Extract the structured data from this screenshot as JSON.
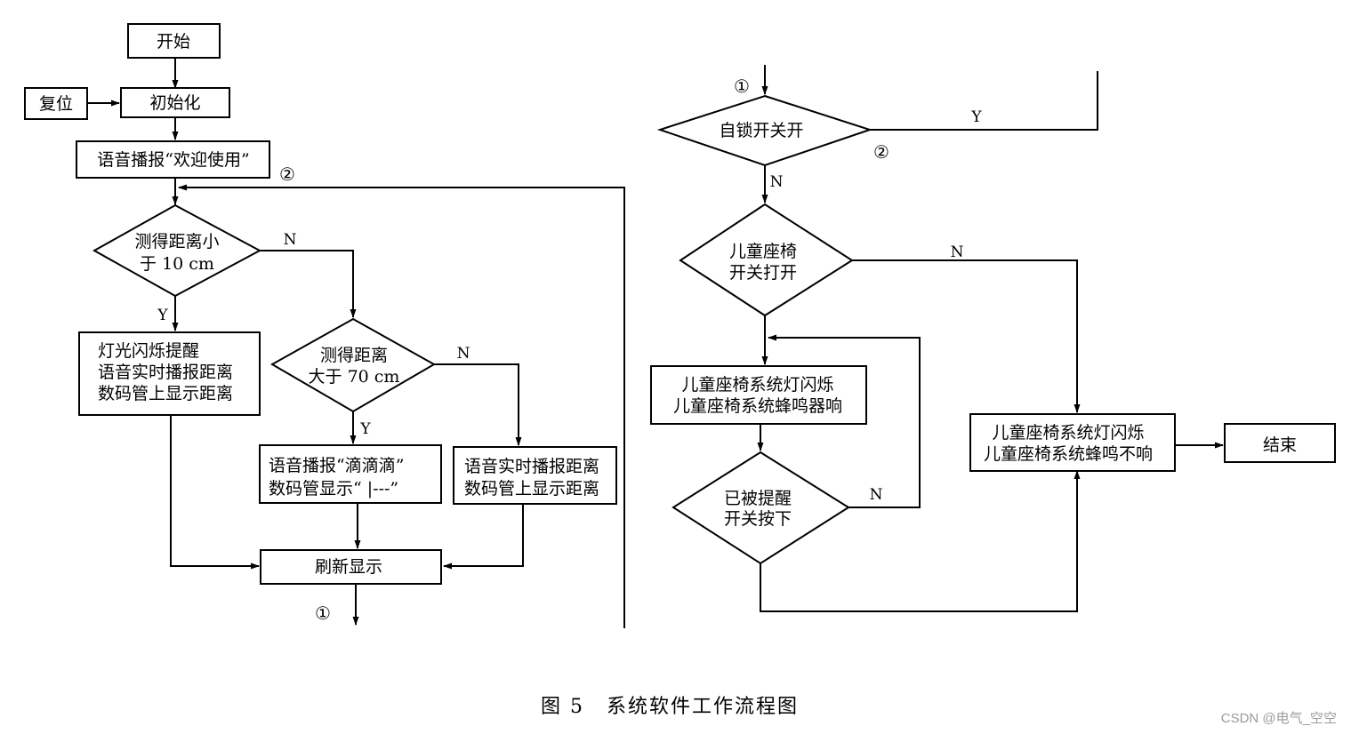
{
  "nodes": {
    "start": "开始",
    "reset": "复位",
    "init": "初始化",
    "welcome": "语音播报“欢迎使用”",
    "dist_small": [
      "测得距离小",
      "于 10 cm"
    ],
    "alert_near": [
      "灯光闪烁提醒",
      "语音实时播报距离",
      "数码管上显示距离"
    ],
    "dist_large": [
      "测得距离",
      "大于 70 cm"
    ],
    "drip": [
      "语音播报“滴滴滴”",
      "数码管显示“ |---”"
    ],
    "realtime": [
      "语音实时播报距离",
      "数码管上显示距离"
    ],
    "refresh": "刷新显示",
    "self_lock": "自锁开关开",
    "seat_switch": [
      "儿童座椅",
      "开关打开"
    ],
    "seat_alarm": [
      "儿童座椅系统灯闪烁",
      "儿童座椅系统蜂鸣器响"
    ],
    "reminded": [
      "已被提醒",
      "开关按下"
    ],
    "seat_silent": [
      "儿童座椅系统灯闪烁",
      "儿童座椅系统蜂鸣不响"
    ],
    "end": "结束"
  },
  "labels": {
    "yes": "Y",
    "no": "N",
    "conn1": "①",
    "conn2": "②"
  },
  "caption": {
    "fig": "图 5",
    "title": "系统软件工作流程图"
  },
  "watermark": "CSDN @电气_空空"
}
